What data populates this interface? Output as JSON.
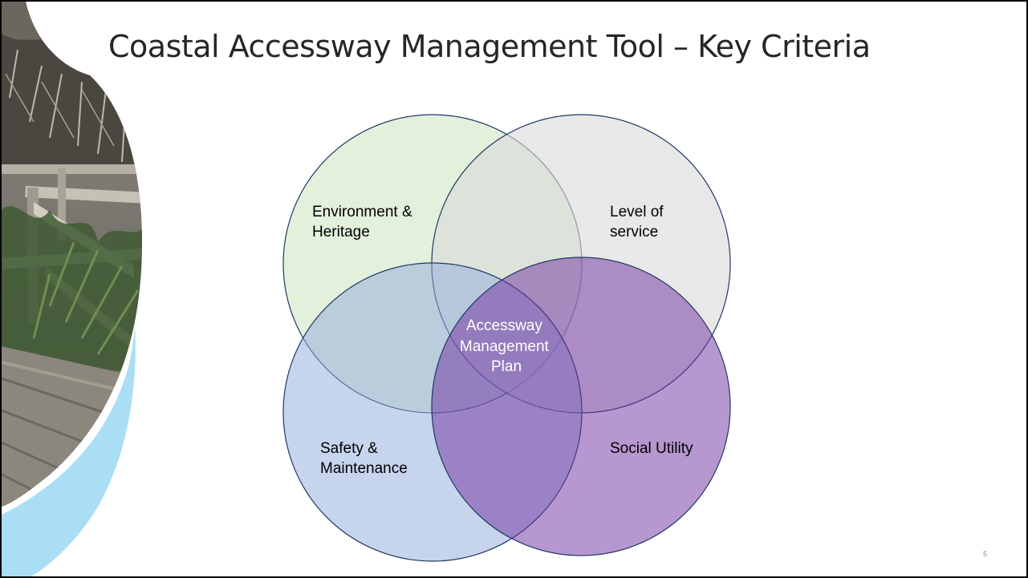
{
  "slide": {
    "title": "Coastal Accessway Management Tool – Key Criteria",
    "slide_number": "5"
  },
  "venn": {
    "circles": [
      {
        "id": "environment",
        "label_lines": [
          "Environment &",
          "Heritage"
        ],
        "fill": "#e2efda",
        "fill_opacity": 0.95
      },
      {
        "id": "level",
        "label_lines": [
          "Level of",
          "service"
        ],
        "fill": "#d9d9d9",
        "fill_opacity": 0.6
      },
      {
        "id": "safety",
        "label_lines": [
          "Safety &",
          "Maintenance"
        ],
        "fill": "#8faadc",
        "fill_opacity": 0.5
      },
      {
        "id": "social",
        "label_lines": [
          "Social Utility"
        ],
        "fill": "#7030a0",
        "fill_opacity": 0.5
      }
    ],
    "center_label_lines": [
      "Accessway",
      "Management",
      "Plan"
    ],
    "stroke_color": "#1f3864"
  },
  "decor": {
    "accent_color": "#a9def5",
    "photo_description_icon": "boardwalk-photo"
  }
}
